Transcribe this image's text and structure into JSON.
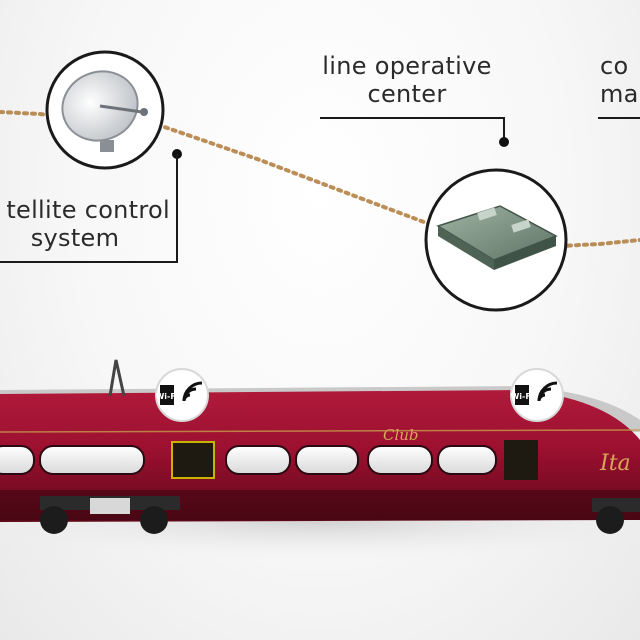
{
  "nodes": {
    "satellite": {
      "label_line1": "tellite control",
      "label_line2": "system",
      "icon": "satellite-dish-icon"
    },
    "line_center": {
      "label_line1": "line operative",
      "label_line2": "center",
      "icon": "server-module-icon"
    },
    "right_center": {
      "label_line1": "co",
      "label_line2": "ma",
      "icon": "cut-off-node"
    }
  },
  "train": {
    "class_label": "Club",
    "logo_text": "Ita",
    "wifi_badges": [
      {
        "text": "Wi-Fi",
        "icon": "wifi-icon"
      },
      {
        "text": "Wi-Fi",
        "icon": "wifi-icon"
      }
    ]
  },
  "colors": {
    "train_body": "#9c1030",
    "train_dark": "#6b0a20",
    "signal_dots": "#b07a3a",
    "label_text": "#2b2b2b",
    "window": "#f2f2f2"
  }
}
